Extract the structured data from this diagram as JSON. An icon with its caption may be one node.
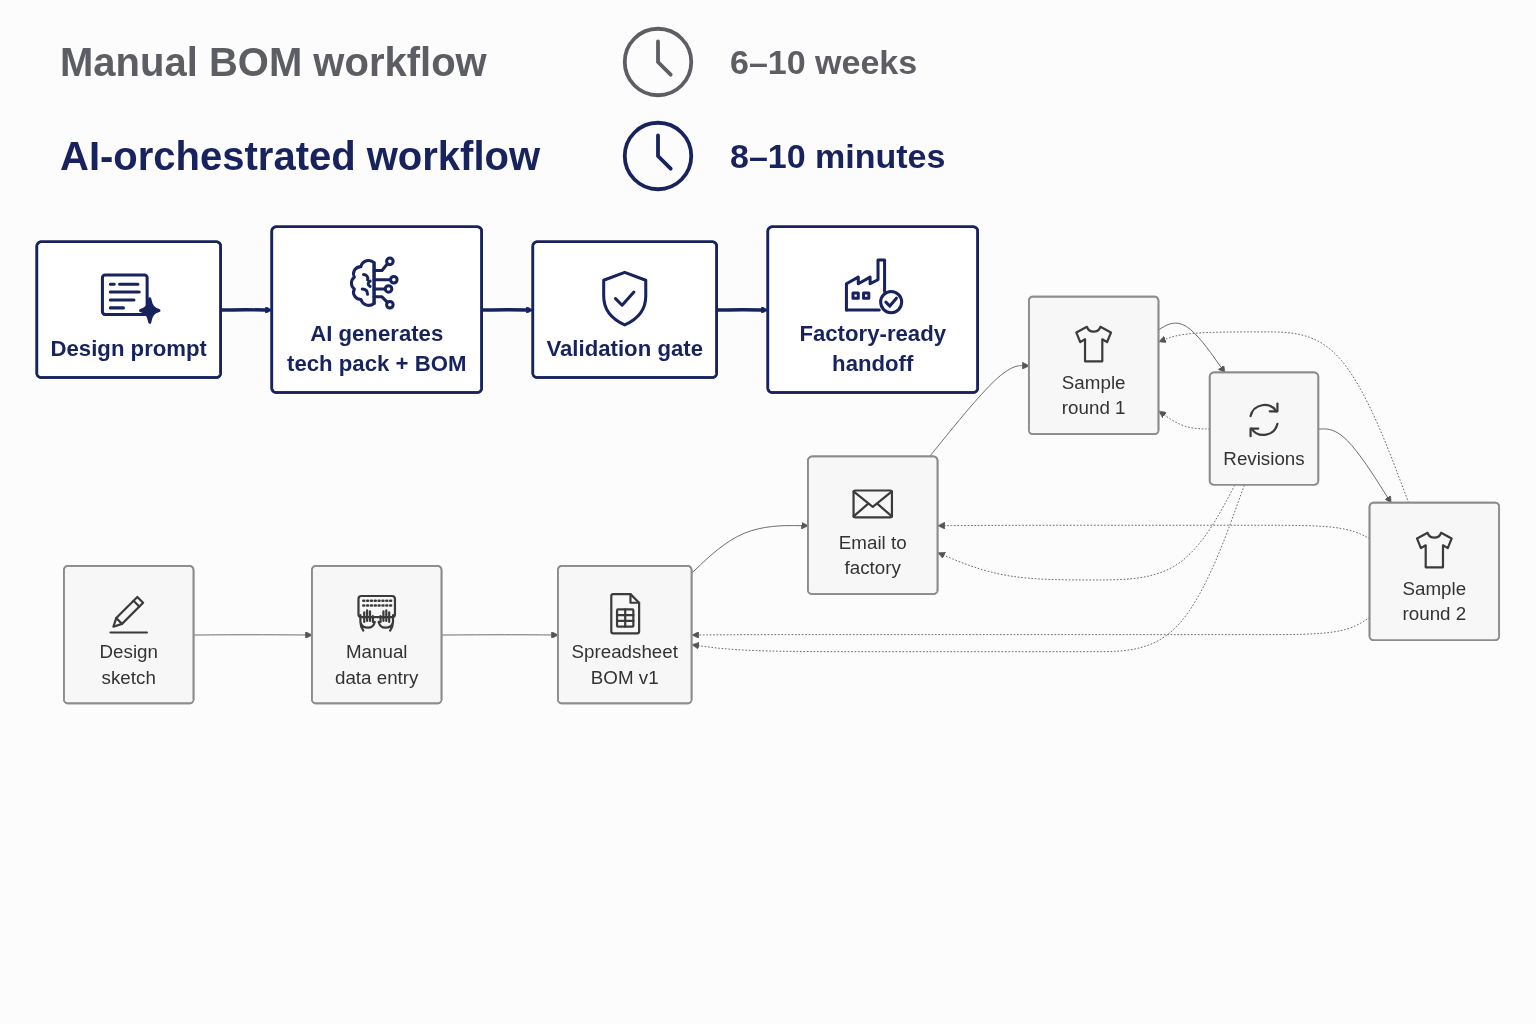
{
  "diagram": {
    "nodes": [
      {
        "text": [
          "Design sketch"
        ]
      },
      {
        "text": [
          "Manual data entry"
        ]
      },
      {
        "text": [
          "Spreadsheet BOM v1"
        ]
      },
      {
        "text": [
          "Email to factory"
        ]
      },
      {
        "text": [
          "Sample round 1"
        ]
      },
      {
        "text": [
          "Revisions"
        ]
      },
      {
        "text": [
          "Sample round 2"
        ]
      },
      {
        "text": [
          "Design prompt"
        ]
      },
      {
        "text": [
          "AI generates tech pack + BOM"
        ]
      },
      {
        "text": [
          "Validation gate"
        ]
      },
      {
        "text": [
          "Factory-ready handoff"
        ]
      }
    ],
    "edges": [
      {
        "from": 0,
        "to": 1,
        "arrow": "to"
      },
      {
        "from": 1,
        "to": 2,
        "arrow": "to"
      },
      {
        "from": 2,
        "to": 3,
        "arrow": "to"
      },
      {
        "from": 3,
        "to": 4,
        "arrow": "to"
      },
      {
        "from": 4,
        "to": 5,
        "arrow": "to"
      },
      {
        "from": 5,
        "to": 6,
        "arrow": "to"
      },
      {
        "from": 5,
        "to": 2,
        "arrow": "to",
        "style": "dashed"
      },
      {
        "from": 5,
        "to": 3,
        "arrow": "to",
        "style": "dashed"
      },
      {
        "from": 5,
        "to": 4,
        "arrow": "to",
        "style": "dashed"
      },
      {
        "from": 6,
        "to": 2,
        "arrow": "to",
        "style": "dashed"
      },
      {
        "from": 6,
        "to": 3,
        "arrow": "to",
        "style": "dashed"
      },
      {
        "from": 6,
        "to": 4,
        "arrow": "to",
        "style": "dashed"
      },
      {
        "from": 7,
        "to": 8,
        "arrow": "to",
        "style": "thick",
        "color": "#18235e"
      },
      {
        "from": 8,
        "to": 9,
        "arrow": "to",
        "style": "thick",
        "color": "#18235e"
      },
      {
        "from": 9,
        "to": 10,
        "arrow": "to",
        "style": "thick",
        "color": "#18235e"
      }
    ],
    "labels": [
      "Manual BOM workflow",
      "6–10 weeks",
      "AI-orchestrated workflow",
      "8–10 minutes"
    ]
  }
}
